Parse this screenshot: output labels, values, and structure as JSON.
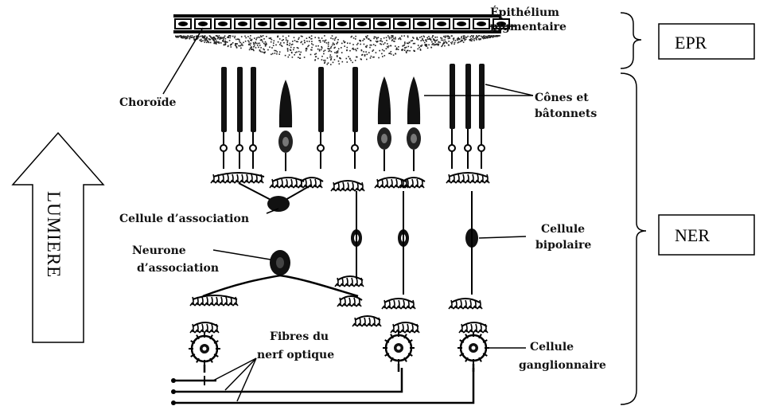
{
  "diagram": {
    "labels": {
      "epithelium_line1": "Épithélium",
      "epithelium_line2": "pigmentaire",
      "choroide": "Choroïde",
      "cones_line1": "Cônes et",
      "cones_line2": "bâtonnets",
      "cellule_association": "Cellule d’association",
      "neurone_line1": "Neurone",
      "neurone_line2": "d’association",
      "bipolaire_line1": "Cellule",
      "bipolaire_line2": "bipolaire",
      "fibres_line1": "Fibres du",
      "fibres_line2": "nerf optique",
      "ganglion_line1": "Cellule",
      "ganglion_line2": "ganglionnaire"
    },
    "boxes": {
      "epr": "EPR",
      "ner": "NER"
    },
    "arrow_label": "LUMIERE"
  }
}
